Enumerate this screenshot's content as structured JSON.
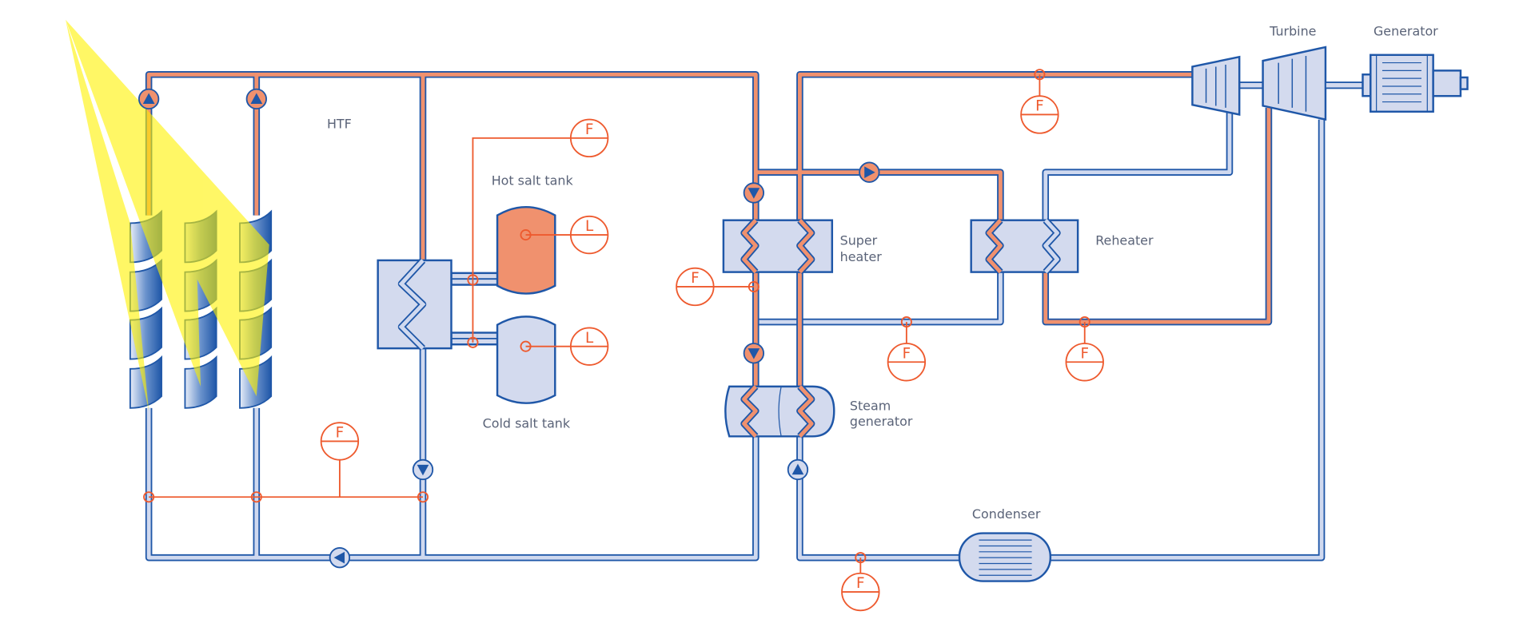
{
  "labels": {
    "htf": "HTF",
    "hot_salt_tank": "Hot salt tank",
    "cold_salt_tank": "Cold salt tank",
    "super_heater_1": "Super",
    "super_heater_2": "heater",
    "reheater": "Reheater",
    "steam_generator_1": "Steam",
    "steam_generator_2": "generator",
    "turbine": "Turbine",
    "generator": "Generator",
    "condenser": "Condenser"
  },
  "instruments": {
    "flow_symbol": "F",
    "level_symbol": "L"
  },
  "colors": {
    "pipe_outline": "#1f57a8",
    "cold_fluid": "#d0d9ef",
    "hot_fluid": "#f0916e",
    "instrument": "#ee5a2e",
    "sunlight": "#fff200"
  }
}
